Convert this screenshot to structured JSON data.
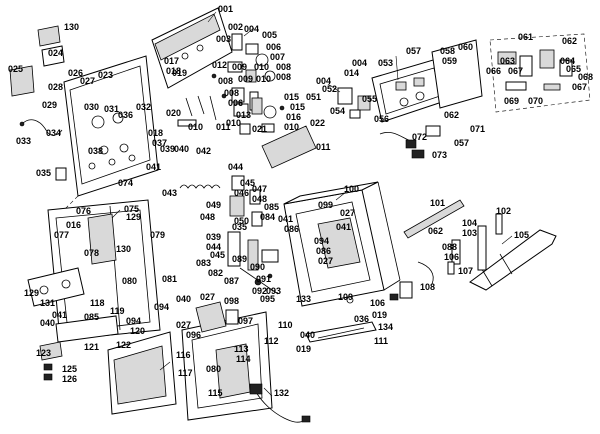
{
  "labels": {
    "l001": "001",
    "l002": "002",
    "l003": "003",
    "l004a": "004",
    "l005": "005",
    "l006a": "006",
    "l007": "007",
    "l012": "012",
    "l009a": "009",
    "l010a": "010",
    "l008a": "008",
    "l008b": "008",
    "l009b": "009",
    "l010b": "010",
    "l008c": "008",
    "l004b": "004",
    "l014": "014",
    "l053": "053",
    "l057a": "057",
    "l058": "058",
    "l060": "060",
    "l061": "061",
    "l062a": "062",
    "l063": "063",
    "l064": "064",
    "l066": "066",
    "l067a": "067",
    "l065": "065",
    "l068": "068",
    "l067b": "067",
    "l069": "069",
    "l070": "070",
    "l130a": "130",
    "l024": "024",
    "l025": "025",
    "l026": "026",
    "l027a": "027",
    "l023": "023",
    "l017": "017",
    "l018a": "018",
    "l019a": "019",
    "l028": "028",
    "l029": "029",
    "l030": "030",
    "l031": "031",
    "l032": "032",
    "l036": "036",
    "l020": "020",
    "l034": "034",
    "l033": "033",
    "l018b": "018",
    "l037": "037",
    "l038": "038",
    "l039": "039",
    "l040a": "040",
    "l010c": "010",
    "l011a": "011",
    "l008d": "008",
    "l006b": "006",
    "l004c": "004",
    "l013": "013",
    "l010d": "010",
    "l021": "021",
    "l015a": "015",
    "l015b": "015",
    "l016": "016",
    "l051": "051",
    "l052": "052",
    "l055": "055",
    "l054": "054",
    "l059": "059",
    "l056": "056",
    "l062b": "062",
    "l071": "071",
    "l072": "072",
    "l057b": "057",
    "l073": "073",
    "l010e": "010",
    "l022": "022",
    "l011b": "011",
    "l042": "042",
    "l041a": "041",
    "l043": "043",
    "l035": "035",
    "l074": "074",
    "l075": "075",
    "l044a": "044",
    "l045": "045",
    "l046": "046",
    "l047": "047",
    "l048a": "048",
    "l049": "049",
    "l048b": "048",
    "l050": "050",
    "l084": "084",
    "l085a": "085",
    "l041b": "041",
    "l086a": "086",
    "l094a": "094",
    "l041c": "041",
    "l086b": "086",
    "l027b": "027",
    "l100": "100",
    "l099": "099",
    "l027c": "027",
    "l101": "101",
    "l102": "102",
    "l104": "104",
    "l103": "103",
    "l062c": "062",
    "l105": "105",
    "l088": "088",
    "l106a": "106",
    "l107": "107",
    "l076": "076",
    "l016b": "016",
    "l077": "077",
    "l129a": "129",
    "l078": "078",
    "l130b": "130",
    "l079": "079",
    "l080a": "080",
    "l081": "081",
    "l044b": "044",
    "l039b": "039",
    "l035b": "035",
    "l045b": "045",
    "l083": "083",
    "l089": "089",
    "l082": "082",
    "l087": "087",
    "l090": "090",
    "l091": "091",
    "l092": "092",
    "l093": "093",
    "l095": "095",
    "l040b": "040",
    "l027d": "027",
    "l098": "098",
    "l094b": "094",
    "l027e": "027",
    "l097": "097",
    "l096": "096",
    "l110": "110",
    "l133": "133",
    "l109": "109",
    "l106b": "106",
    "l108": "108",
    "l036b": "036",
    "l019b": "019",
    "l134": "134",
    "l040c": "040",
    "l019c": "019",
    "l111": "111",
    "l129b": "129",
    "l131": "131",
    "l041d": "041",
    "l040d": "040",
    "l118": "118",
    "l085b": "085",
    "l094c": "094",
    "l120": "120",
    "l121": "121",
    "l122": "122",
    "l119": "119",
    "l123": "123",
    "l125": "125",
    "l126": "126",
    "l113": "113",
    "l114": "114",
    "l116": "116",
    "l117": "117",
    "l080b": "080",
    "l112": "112",
    "l115": "115",
    "l132": "132"
  }
}
